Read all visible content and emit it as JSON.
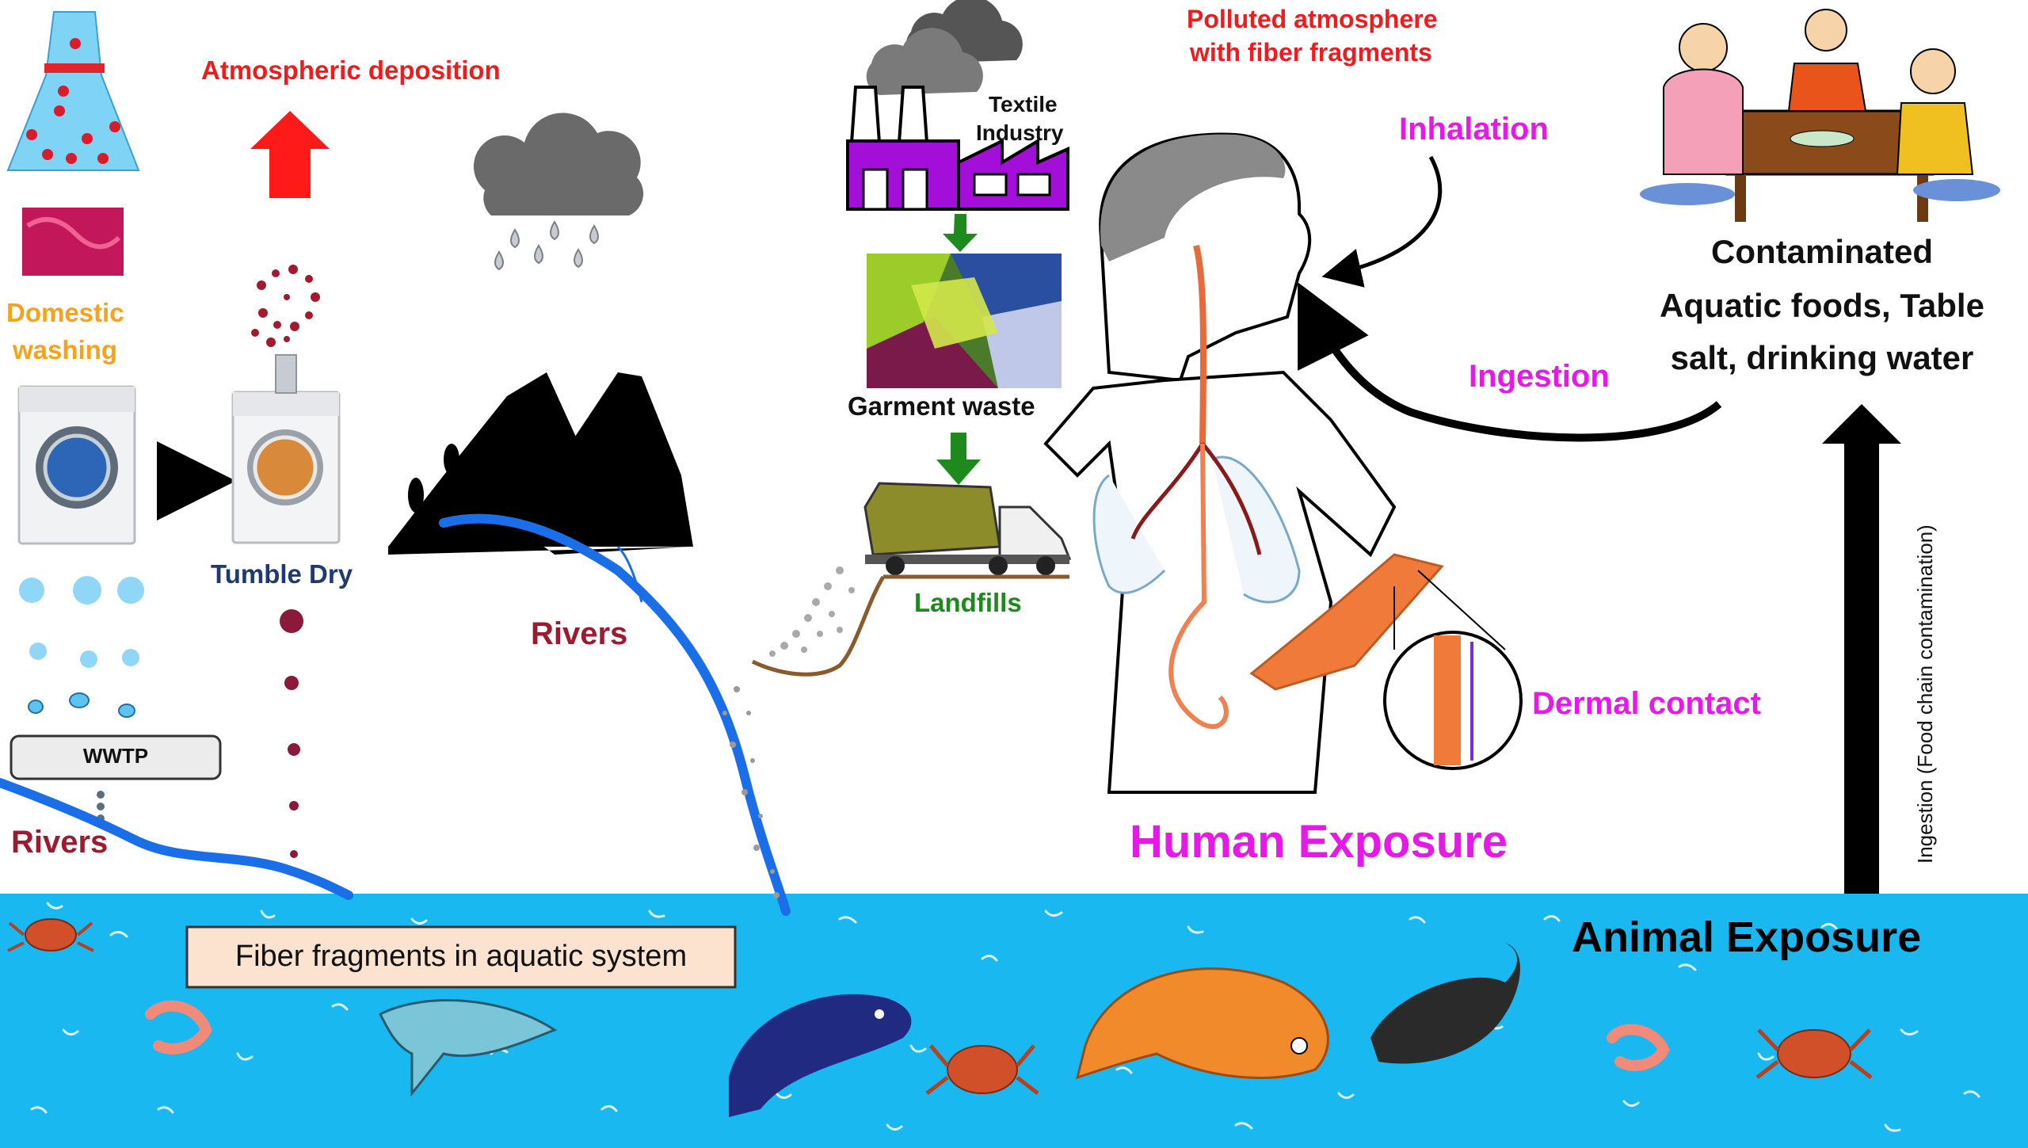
{
  "labels": {
    "atmospheric_deposition": "Atmospheric deposition",
    "domestic_washing_1": "Domestic",
    "domestic_washing_2": "washing",
    "tumble_dry": "Tumble Dry",
    "wwtp": "WWTP",
    "rivers_left": "Rivers",
    "rivers_center": "Rivers",
    "textile_industry_1": "Textile",
    "textile_industry_2": "Industry",
    "garment_waste": "Garment waste",
    "landfills": "Landfills",
    "polluted_atmosphere_1": "Polluted atmosphere",
    "polluted_atmosphere_2": "with fiber fragments",
    "inhalation": "Inhalation",
    "ingestion": "Ingestion",
    "dermal_contact": "Dermal contact",
    "human_exposure": "Human Exposure",
    "contaminated_1": "Contaminated",
    "contaminated_2": "Aquatic foods, Table",
    "contaminated_3": "salt, drinking water",
    "food_chain": "Ingestion (Food chain contamination)",
    "animal_exposure": "Animal Exposure",
    "fiber_fragments": "Fiber fragments in aquatic system"
  },
  "colors": {
    "red_label": "#ee1c1c",
    "orange_label": "#f7a21b",
    "navy_label": "#1f3a6e",
    "maroon_label": "#9b1b30",
    "green_label": "#1e8a1e",
    "magenta_label": "#e619e6",
    "water": "#19b8f0",
    "river": "#1a6fe8",
    "factory": "#a30fd9"
  }
}
